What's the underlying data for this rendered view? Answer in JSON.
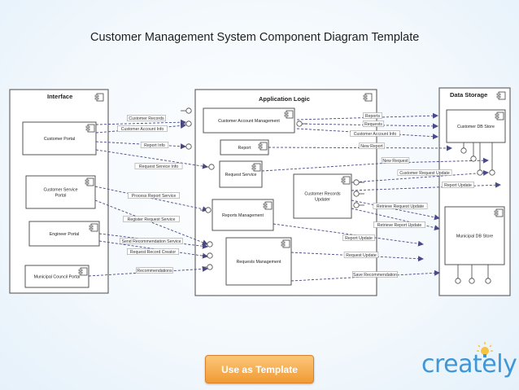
{
  "page": {
    "title": "Customer Management System Component Diagram Template"
  },
  "cta": {
    "label": "Use as Template"
  },
  "brand": {
    "logo_text": "creately",
    "accent": "#3f97d5",
    "bulb_color": "#f6c342"
  },
  "colors": {
    "frame_stroke": "#5a5a5a",
    "box_stroke": "#444444",
    "edge": "#4a4a8a",
    "label_text": "#333333"
  },
  "containers": [
    {
      "id": "interface",
      "title": "Interface"
    },
    {
      "id": "logic",
      "title": "Application Logic"
    },
    {
      "id": "storage",
      "title": "Data Storage"
    }
  ],
  "components": [
    {
      "id": "c_customer_portal",
      "lines": [
        "Customer Portal"
      ]
    },
    {
      "id": "c_service_portal",
      "lines": [
        "Customer Service",
        "Portal"
      ]
    },
    {
      "id": "c_engineer_portal",
      "lines": [
        "Engineer Portal"
      ]
    },
    {
      "id": "c_council_portal",
      "lines": [
        "Municipal Council Portal"
      ]
    },
    {
      "id": "c_account_mgmt",
      "lines": [
        "Customer Account Management"
      ]
    },
    {
      "id": "c_report",
      "lines": [
        "Report"
      ]
    },
    {
      "id": "c_request_service",
      "lines": [
        "Request Service"
      ]
    },
    {
      "id": "c_records_updater",
      "lines": [
        "Customer Records",
        "Updater"
      ]
    },
    {
      "id": "c_reports_mgmt",
      "lines": [
        "Reports Management"
      ]
    },
    {
      "id": "c_requests_mgmt",
      "lines": [
        "Requests Management"
      ]
    },
    {
      "id": "c_customer_db",
      "lines": [
        "Customer DB Store"
      ]
    },
    {
      "id": "c_municipal_db",
      "lines": [
        "Municipal DB Store"
      ]
    }
  ],
  "edges": [
    {
      "id": "e_customer_records",
      "label": "Customer Records"
    },
    {
      "id": "e_customer_account_info",
      "label": "Customer Account Info"
    },
    {
      "id": "e_report_info",
      "label": "Report Info"
    },
    {
      "id": "e_request_service_info",
      "label": "Request Service Info"
    },
    {
      "id": "e_process_report_service",
      "label": "Process Report Service"
    },
    {
      "id": "e_register_request_service",
      "label": "Register Request Service"
    },
    {
      "id": "e_send_recommendation_service",
      "label": "Send Recommendation Service"
    },
    {
      "id": "e_request_record_creator",
      "label": "Request Record Creator"
    },
    {
      "id": "e_recommendations",
      "label": "Recommendations"
    },
    {
      "id": "e_reports",
      "label": "Reports"
    },
    {
      "id": "e_requests",
      "label": "Requests"
    },
    {
      "id": "e_customer_account_info_2",
      "label": "Customer Account Info"
    },
    {
      "id": "e_new_report",
      "label": "New Report"
    },
    {
      "id": "e_new_request",
      "label": "New Request"
    },
    {
      "id": "e_customer_request_update",
      "label": "Customer Request Update"
    },
    {
      "id": "e_report_update",
      "label": "Report Update"
    },
    {
      "id": "e_retrieve_request_update",
      "label": "Retrieve Request Update"
    },
    {
      "id": "e_retrieve_report_update",
      "label": "Retrieve Report Update"
    },
    {
      "id": "e_report_update_2",
      "label": "Report Update"
    },
    {
      "id": "e_request_update",
      "label": "Request Update"
    },
    {
      "id": "e_save_recommendation",
      "label": "Save Recommendation"
    }
  ]
}
